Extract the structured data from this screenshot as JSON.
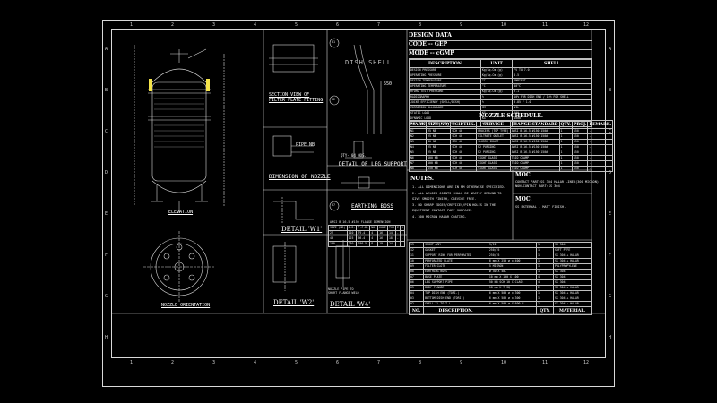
{
  "grid": {
    "columns": [
      "1",
      "2",
      "3",
      "4",
      "5",
      "6",
      "7",
      "8",
      "9",
      "10",
      "11",
      "12"
    ],
    "rows": [
      "A",
      "B",
      "C",
      "D",
      "E",
      "F",
      "G",
      "H"
    ]
  },
  "views": {
    "elevation": "ELEVATION",
    "nozzle_orientation": "NOZZLE ORIENTATION",
    "section_view": [
      "SECTION VIEW OF",
      "FILTER PLATE FITTING"
    ],
    "dimension_nozzle": "DIMENSION OF NOZZLE",
    "detail_w1": "DETAIL 'W1'",
    "detail_w2": "DETAIL 'W2'",
    "detail_w4": "DETAIL 'W4'",
    "detail_leg": "DETAIL OF LEG SUPPORT",
    "earthing_boss": "EARTHING BOSS",
    "qty_nos": "QTY- 04 NOS.",
    "nozzle_note": [
      "NOZZLE PIPE TO",
      "SHORT FLANGE WELD"
    ],
    "pipe_nb": "PIPE NB",
    "shell_watermark": "DISH SHELL",
    "dim_550": "550",
    "callouts": [
      "01",
      "02",
      "07"
    ]
  },
  "design_data": {
    "title": "DESIGN DATA",
    "code": "CODE -- GEP",
    "mode": "MODE -- cGMP",
    "columns": [
      "DESCRIPTION",
      "UNIT",
      "SHELL"
    ],
    "rows": [
      [
        "DESIGN PRESSURE",
        "Kg/Sq.Cm (g)",
        "FV TO 7.0"
      ],
      [
        "OPERATING PRESSURE",
        "Kg/Sq.Cm (g)",
        "4.5"
      ],
      [
        "DESIGN TEMPERATURE",
        "°C",
        "AMBIENT"
      ],
      [
        "OPERATING TEMPERATURE",
        "°C",
        "40°C"
      ],
      [
        "HYDRO TEST PRESSURE",
        "Kg/Sq.Cm (g)",
        "9.1"
      ],
      [
        "RADIOGRAPHY",
        "%",
        "10% FOR DISH END / 10% FOR SHELL"
      ],
      [
        "JOINT EFFICIENCY (SHELL/DISH)",
        "%",
        "0.85 / 1.0"
      ],
      [
        "CORROSION ALLOWANCE",
        "MM",
        "NIL"
      ],
      [
        "STATIC LOAD",
        "KG",
        "600"
      ],
      [
        "DYNAMIC LOAD",
        "KG",
        "1000"
      ],
      [
        "MAX. CAKE HOLDING CAPACITY",
        "LTRS",
        "60 LTRS"
      ]
    ]
  },
  "nozzle_schedule": {
    "title": "NOZZLE SCHEDULE.",
    "columns": [
      "MARK",
      "SIZE(NB)",
      "SCH/THK.",
      "SERVICE",
      "FLANGE STANDARD",
      "QTY.",
      "PROJ.",
      "REMARK."
    ],
    "rows": [
      [
        "N1",
        "25 NB",
        "SCH 40",
        "PROCESS (TOP TYPE)",
        "ANSI B 16.5 #150 150#",
        "1",
        "150",
        "-"
      ],
      [
        "N2",
        "25 NB",
        "SCH 40",
        "FILTRATE OUTLET",
        "ANSI B 16.5 #150 150#",
        "1",
        "150",
        "-"
      ],
      [
        "N3",
        "40 NB",
        "SCH 40",
        "SLURRY INLET",
        "ANSI B 16.5 #150 150#",
        "1",
        "150",
        "-"
      ],
      [
        "N4",
        "25 NB",
        "SCH 40",
        "N2 PURGING",
        "ANSI B 16.5 #150 150#",
        "1",
        "150",
        "-"
      ],
      [
        "N5",
        "25 NB",
        "SCH 40",
        "N2 PURGING",
        "ANSI B 16.5 #150 150#",
        "1",
        "150",
        "-"
      ],
      [
        "N6",
        "100 NB",
        "SCH 40",
        "SIGHT GLASS",
        "TRIO CLAMP",
        "1",
        "150",
        "-"
      ],
      [
        "N7",
        "100 NB",
        "SCH 40",
        "SIGHT GLASS",
        "TRIO CLAMP",
        "1",
        "150",
        "-"
      ],
      [
        "N8",
        "150 NB",
        "SCH 40",
        "SIGHT GLASS",
        "TRIO CLAMP",
        "1",
        "150",
        "-"
      ]
    ]
  },
  "flange_dimension": {
    "title": "ANSI B 16.5 #150 FLANGE DIMENSION",
    "columns": [
      "SIZE (NB)",
      "O.D.",
      "P.C.D.",
      "NO.",
      "HOLE",
      "THK",
      "C",
      "D"
    ],
    "rows": [
      [
        "25",
        "110",
        "79.4",
        "4",
        "16",
        "14",
        "-",
        "-"
      ],
      [
        "40",
        "125",
        "98.4",
        "4",
        "16",
        "18",
        "-",
        "-"
      ],
      [
        "100",
        "230",
        "190.5",
        "8",
        "19",
        "24",
        "-",
        "-"
      ]
    ]
  },
  "notes": {
    "title": "NOTES.",
    "items": [
      "1.   ALL DIMENSIONS ARE IN MM OTHERWISE SPECIFIED.",
      "2.   ALL WELDED JOINTS SHALL BE NEATLY GROUND TO",
      "      GIVE SMOOTH FINISH, CREVICE FREE.",
      "3.   NO SHARP EDGES/CREVICES/PIN HOLES IN THE",
      "      EQUIPMENT CONTACT PART SURFACE.",
      "4.   300 MICRON HALAR COATING."
    ]
  },
  "moc": {
    "title1": "MOC.",
    "text1": [
      "CONTACT PART:SS 304 HALAR LINED(300 MICRON)",
      "NON-CONTACT PART:SS 304"
    ],
    "title2": "MOC.",
    "text2": [
      "SS EXTERNAL - MATT FINISH."
    ]
  },
  "bom": {
    "columns": [
      "NO.",
      "DESCRIPTION.",
      "",
      "QTY.",
      "MATERIAL."
    ],
    "rows": [
      [
        "13",
        "SIGHT ARM",
        "3/12",
        "1",
        "SS 304"
      ],
      [
        "12",
        "GASKET",
        "250/25",
        "1",
        "SOFT PTFE"
      ],
      [
        "11",
        "SUPPORT RING FOR PERFORATED",
        "250/25",
        "1",
        "SS 304 + HALAR"
      ],
      [
        "10",
        "PERFORATED PLATE",
        "6 mm X 250 ø x 400",
        "1",
        "SS 304 + HALAR"
      ],
      [
        "09",
        "FILTER CLOTH",
        "5 MICRON",
        "1",
        "POLYPROPYLENE"
      ],
      [
        "08",
        "EARTHING BOSS",
        "ø 40 X 40L",
        "1",
        "SS 304"
      ],
      [
        "07",
        "BASE PLATE",
        "10 mm X 100 X 100",
        "4",
        "SS 304"
      ],
      [
        "06",
        "LEG SUPPORT PIPE",
        "50 NB SCH 10 C CLASS",
        "4",
        "SS 304"
      ],
      [
        "05",
        "BODY FLANGE",
        "18 mm X 7 SQ",
        "2",
        "SS 304 + HALAR"
      ],
      [
        "04",
        "TOP DISH END (TORI.)",
        "6 mm X 500 ø x 300",
        "1",
        "SS 304 + HALAR"
      ],
      [
        "03",
        "BOTTOM DISH END (TORI.)",
        "6 mm X 500 ø x 300",
        "1",
        "SS 304 + HALAR"
      ],
      [
        "02",
        "SHELL TL TO T.L.",
        "6 mm X 500 ø X 600 H",
        "1",
        "SS 304 + HALAR"
      ]
    ]
  },
  "colors": {
    "line": "#d8d8d8",
    "cyan": "#7fe6ff",
    "yellow": "#f5e44a",
    "background": "#000000"
  }
}
